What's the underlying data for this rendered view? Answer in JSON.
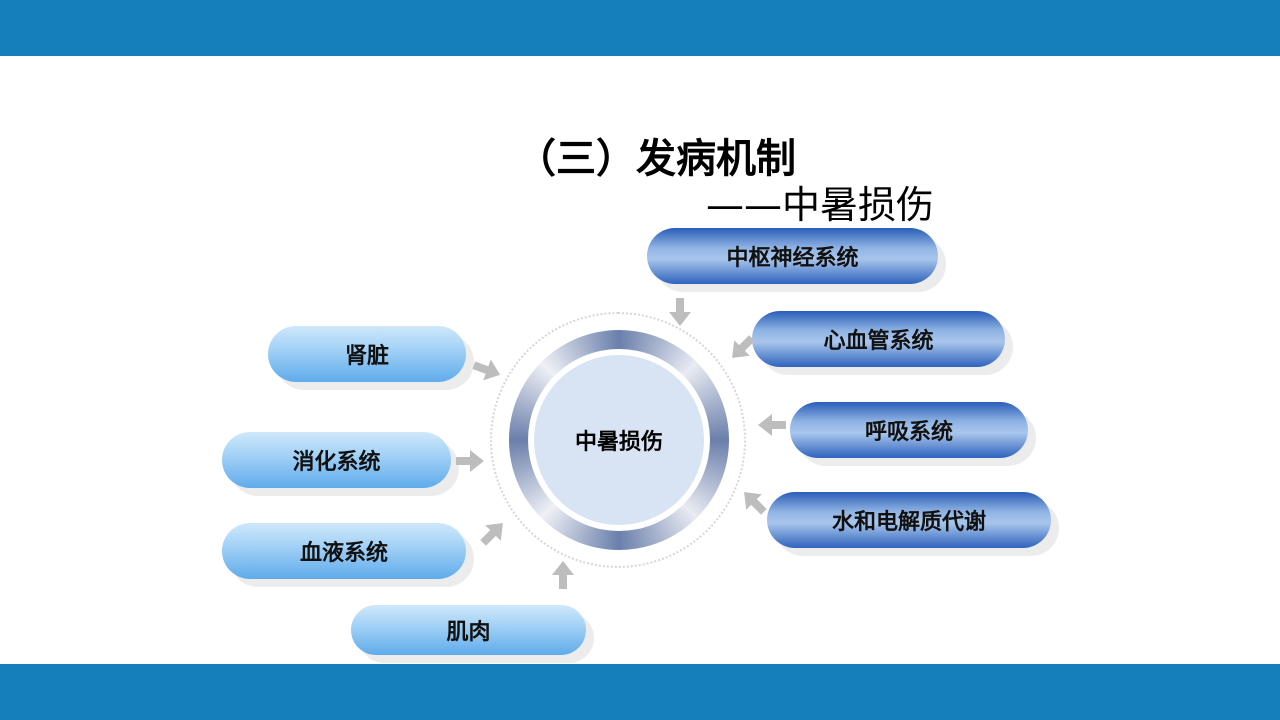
{
  "title": "（三）发病机制",
  "subtitle": "——中暑损伤",
  "center": "中暑损伤",
  "right_nodes": [
    "中枢神经系统",
    "心血管系统",
    "呼吸系统",
    "水和电解质代谢"
  ],
  "left_nodes": [
    "肾脏",
    "消化系统",
    "血液系统",
    "肌肉"
  ],
  "colors": {
    "header": "#147fba",
    "dark_pill": "#2a5db8",
    "light_pill": "#5fabeb"
  }
}
